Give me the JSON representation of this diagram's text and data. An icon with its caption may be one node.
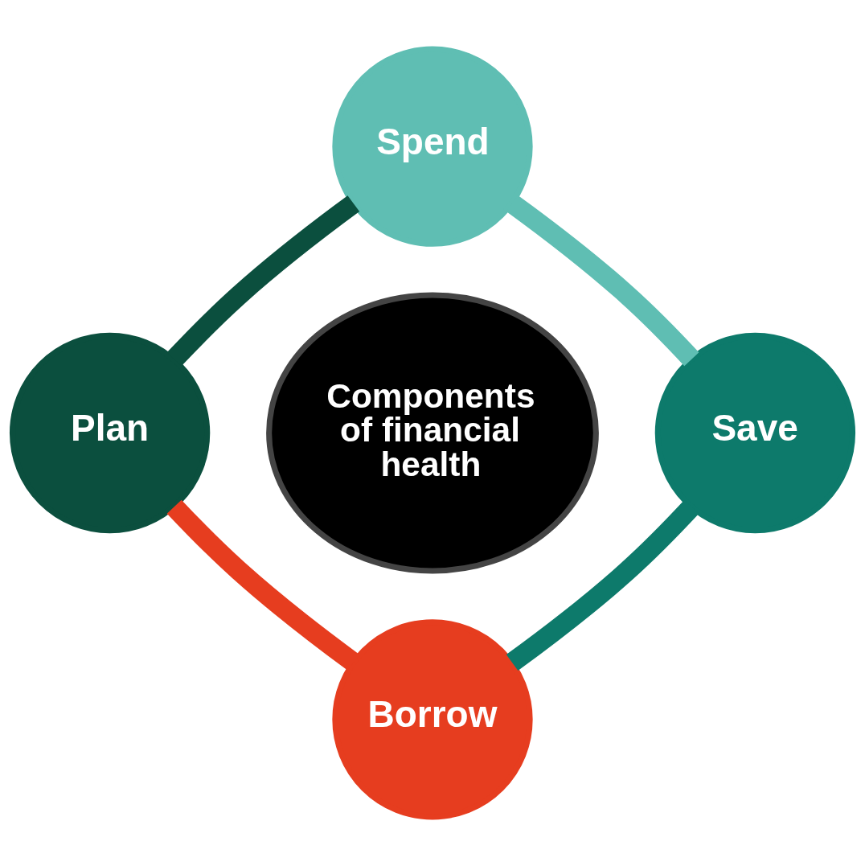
{
  "diagram": {
    "nodes": [
      {
        "text": [
          "Components of financial health"
        ]
      },
      {
        "text": [
          "Spend"
        ]
      },
      {
        "text": [
          "Save"
        ]
      },
      {
        "text": [
          "Borrow"
        ]
      },
      {
        "text": [
          "Plan"
        ]
      }
    ],
    "edges": [
      {
        "from": 1,
        "to": 2,
        "arrow": "none",
        "color": "#5fbeb3"
      },
      {
        "from": 2,
        "to": 3,
        "arrow": "none",
        "color": "#0d7a6b"
      },
      {
        "from": 3,
        "to": 4,
        "arrow": "none",
        "color": "#e63d1f"
      },
      {
        "from": 4,
        "to": 1,
        "arrow": "none",
        "color": "#0b4f3e"
      }
    ]
  }
}
